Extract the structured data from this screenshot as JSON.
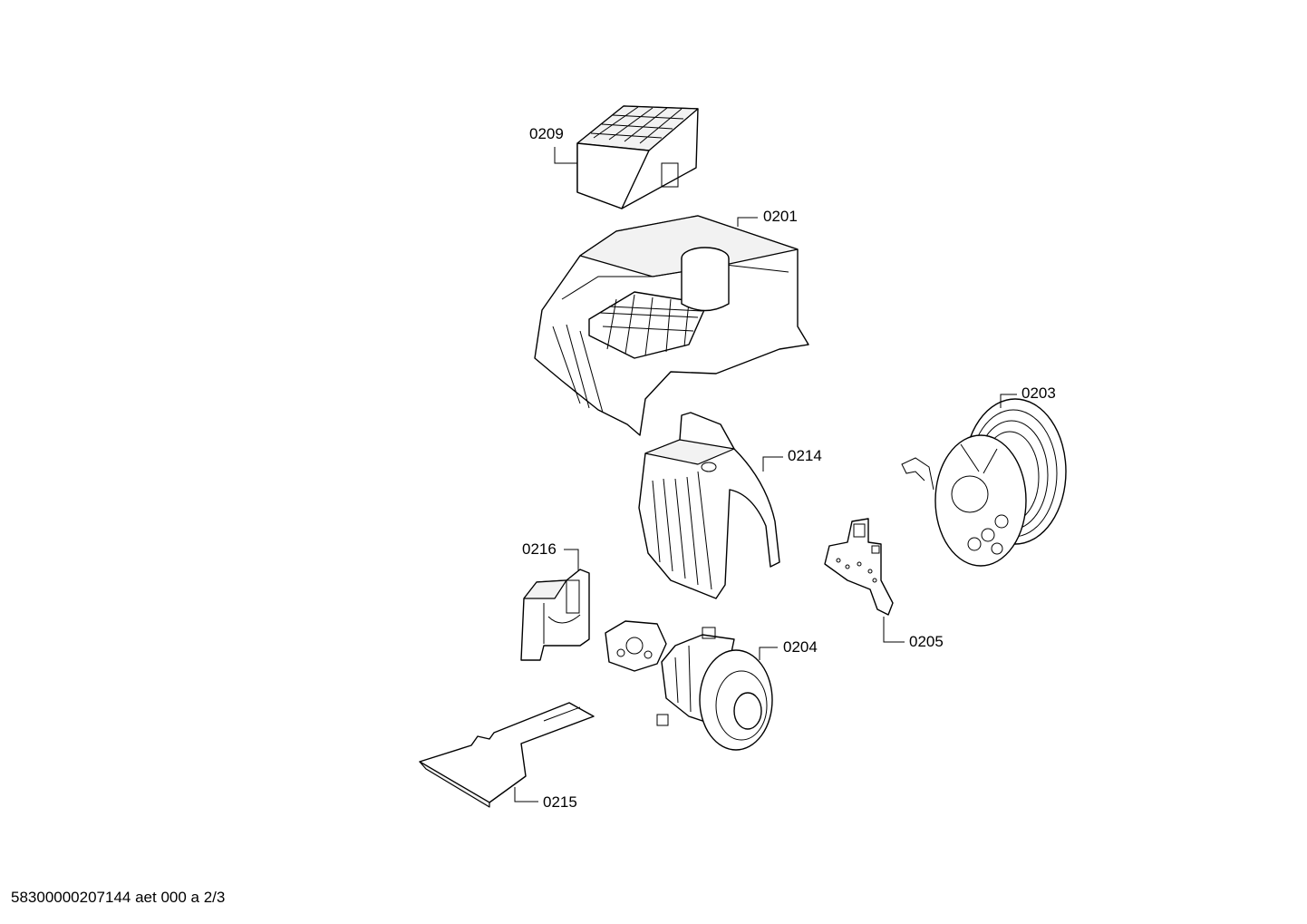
{
  "callouts": {
    "c0209": "0209",
    "c0201": "0201",
    "c0203": "0203",
    "c0214": "0214",
    "c0216": "0216",
    "c0205": "0205",
    "c0204": "0204",
    "c0215": "0215"
  },
  "footer": "58300000207144 aet 000 a 2/3"
}
